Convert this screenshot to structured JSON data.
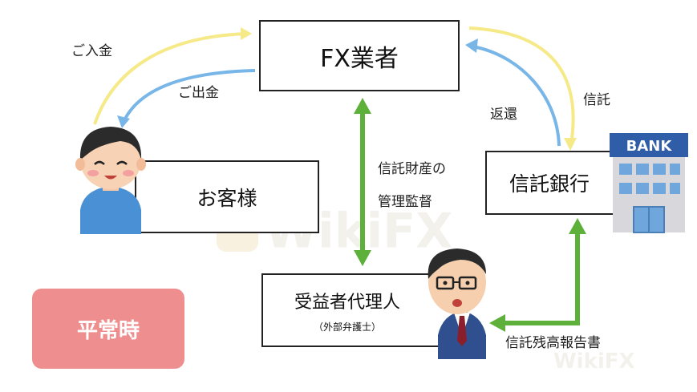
{
  "nodes": {
    "fx": "FX業者",
    "customer": "お客様",
    "bank": "信託銀行",
    "agent": "受益者代理人",
    "agent_sub": "（外部弁護士）"
  },
  "labels": {
    "deposit": "ご入金",
    "withdrawal": "ご出金",
    "return": "返還",
    "trust": "信託",
    "supervision_line1": "信託財産の",
    "supervision_line2": "管理監督",
    "balance_report": "信託残高報告書"
  },
  "badge": "平常時",
  "bank_sign": "BANK",
  "watermark": "WikiFX",
  "colors": {
    "yellow_arrow": "#f6e987",
    "blue_arrow": "#79b6e8",
    "green_arrow": "#5db03a",
    "badge_bg": "#ee8e8e"
  },
  "icons": [
    "customer-person-icon",
    "lawyer-person-icon",
    "bank-building-icon",
    "wikifx-logo-icon"
  ]
}
